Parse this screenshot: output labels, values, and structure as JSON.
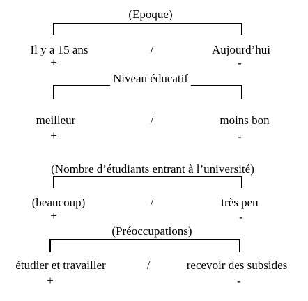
{
  "rows": [
    {
      "category": "(Epoque)",
      "left": "Il y a 15 ans",
      "separator": "/",
      "right": "Aujourd’hui",
      "left_sign": "+",
      "right_sign": "-"
    },
    {
      "category": "Niveau éducatif",
      "left": "meilleur",
      "separator": "/",
      "right": "moins bon",
      "left_sign": "+",
      "right_sign": "-"
    },
    {
      "category": "(Nombre d’étudiants entrant à l’université)",
      "left": "(beaucoup)",
      "separator": "/",
      "right": "très peu",
      "left_sign": "+",
      "right_sign": "-"
    },
    {
      "category": "(Préoccupations)",
      "left": "étudier et travailler",
      "separator": "/",
      "right": "recevoir des subsides",
      "left_sign": "+",
      "right_sign": "-"
    }
  ]
}
